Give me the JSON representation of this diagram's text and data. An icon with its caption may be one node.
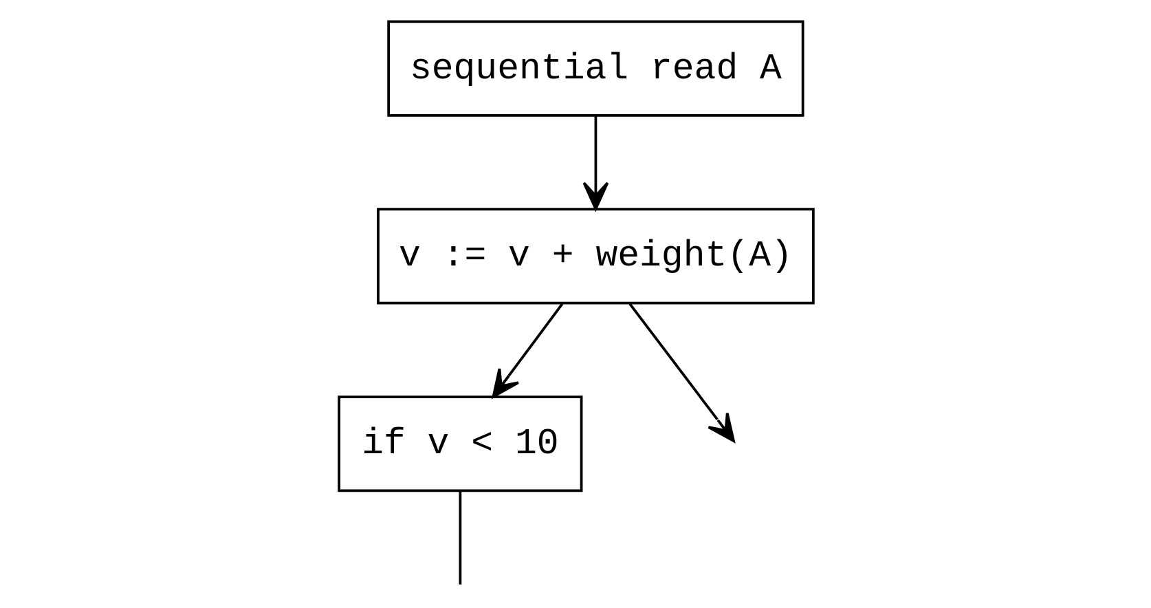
{
  "diagram": {
    "nodes": [
      {
        "text": [
          "sequential read A"
        ]
      },
      {
        "text": [
          "v := v + weight(A)"
        ]
      },
      {
        "text": [
          "if v < 10"
        ]
      }
    ],
    "edges": [
      {
        "from": 0,
        "to": 1,
        "arrow": "to"
      },
      {
        "from": 1,
        "to": 2,
        "arrow": "to"
      },
      {
        "from": 1,
        "to": null,
        "arrow": "to"
      },
      {
        "from": 2,
        "to": null,
        "arrow": "none"
      }
    ]
  }
}
